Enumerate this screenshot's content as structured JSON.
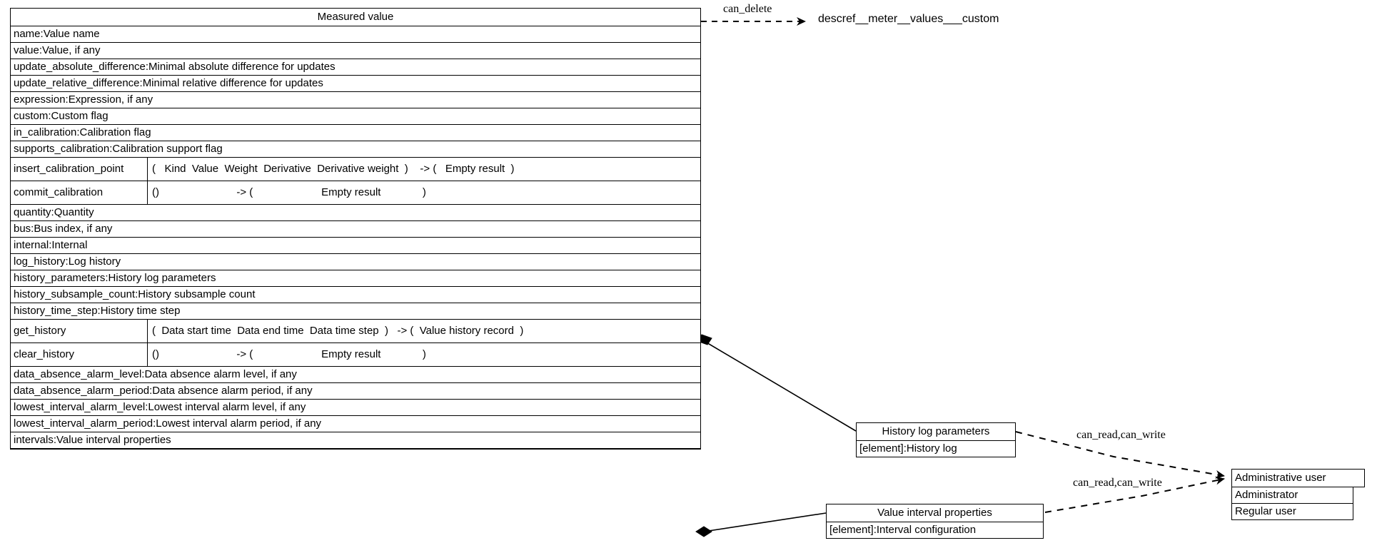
{
  "diagram": {
    "type": "uml-class-diagram",
    "background": "#ffffff",
    "line_color": "#000000"
  },
  "main_class": {
    "title": "Measured value",
    "attributes": [
      "name:Value name",
      "value:Value, if any",
      "update_absolute_difference:Minimal absolute difference for updates",
      "update_relative_difference:Minimal relative difference for updates",
      "expression:Expression, if any",
      "custom:Custom flag",
      "in_calibration:Calibration flag",
      "supports_calibration:Calibration support flag"
    ],
    "methods_1": [
      {
        "name": "insert_calibration_point",
        "signature": "(   Kind  Value  Weight  Derivative  Derivative weight  )    -> (   Empty result  )"
      },
      {
        "name": "commit_calibration",
        "signature": "()                          -> (                       Empty result              )"
      }
    ],
    "attributes_2": [
      "quantity:Quantity",
      "bus:Bus index, if any",
      "internal:Internal",
      "log_history:Log history",
      "history_parameters:History log parameters",
      "history_subsample_count:History subsample count",
      "history_time_step:History time step"
    ],
    "methods_2": [
      {
        "name": "get_history",
        "signature": "(  Data start time  Data end time  Data time step  )   -> (  Value history record  )"
      },
      {
        "name": "clear_history",
        "signature": "()                          -> (                       Empty result              )"
      }
    ],
    "attributes_3": [
      "data_absence_alarm_level:Data absence alarm level, if any",
      "data_absence_alarm_period:Data absence alarm period, if any",
      "lowest_interval_alarm_level:Lowest interval alarm level, if any",
      "lowest_interval_alarm_period:Lowest interval alarm period, if any",
      "intervals:Value interval properties"
    ]
  },
  "nodes": {
    "descref": {
      "label": "descref__meter__values___custom"
    },
    "history_log_parameters": {
      "title": "History log parameters",
      "rows": [
        "[element]:History log"
      ]
    },
    "value_interval_properties": {
      "title": "Value interval properties",
      "rows": [
        "[element]:Interval configuration"
      ]
    },
    "administrative_user": {
      "title": "Administrative user",
      "rows": [
        "Administrator",
        "Regular user"
      ]
    }
  },
  "edges": [
    {
      "label": "can_delete",
      "style": "dashed",
      "arrow": "open"
    },
    {
      "label": "can_read,can_write",
      "style": "dashed",
      "arrow": "open"
    },
    {
      "label": "can_read,can_write",
      "style": "dashed",
      "arrow": "open"
    },
    {
      "label": "",
      "style": "solid",
      "arrow": "composition-diamond"
    },
    {
      "label": "",
      "style": "solid",
      "arrow": "composition-diamond"
    }
  ]
}
